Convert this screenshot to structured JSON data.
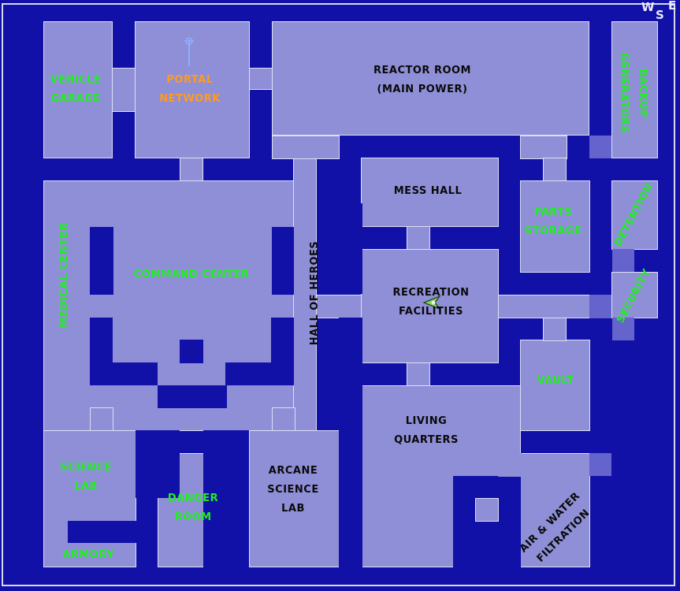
{
  "map": {
    "rooms": [
      {
        "id": "vehicle-garage",
        "label": "VEHICLE\nGARAGE",
        "color": "green"
      },
      {
        "id": "portal-network",
        "label": "PORTAL\nNETWORK",
        "color": "orange"
      },
      {
        "id": "reactor-room",
        "label": "REACTOR ROOM\n(MAIN POWER)",
        "color": "black"
      },
      {
        "id": "backup-generators",
        "label": "BACKUP\nGENERATORS",
        "color": "green"
      },
      {
        "id": "medical-center",
        "label": "MEDICAL CENTER",
        "color": "green"
      },
      {
        "id": "command-center",
        "label": "COMMAND CENTER",
        "color": "green"
      },
      {
        "id": "hall-of-heroes",
        "label": "HALL OF HEROES",
        "color": "black"
      },
      {
        "id": "mess-hall",
        "label": "MESS HALL",
        "color": "black"
      },
      {
        "id": "parts-storage",
        "label": "PARTS\nSTORAGE",
        "color": "green"
      },
      {
        "id": "detention",
        "label": "DETENTION",
        "color": "green"
      },
      {
        "id": "security",
        "label": "SECURITY",
        "color": "green"
      },
      {
        "id": "recreation-facilities",
        "label": "RECREATION\nFACILITIES",
        "color": "black"
      },
      {
        "id": "vault",
        "label": "VAULT",
        "color": "green"
      },
      {
        "id": "living-quarters",
        "label": "LIVING\nQUARTERS",
        "color": "black"
      },
      {
        "id": "science-lab",
        "label": "SCIENCE\nLAB",
        "color": "green"
      },
      {
        "id": "danger-room",
        "label": "DANGER\nROOM",
        "color": "green"
      },
      {
        "id": "arcane-science-lab",
        "label": "ARCANE\nSCIENCE\nLAB",
        "color": "black"
      },
      {
        "id": "armory",
        "label": "ARMORY",
        "color": "green"
      },
      {
        "id": "air-water-filtration",
        "label": "AIR & WATER\nFILTRATION",
        "color": "black"
      }
    ],
    "compass": {
      "w": "W",
      "s": "S",
      "e": "E"
    },
    "colors": {
      "background": "#1111a8",
      "room_fill": "#8f8fd8",
      "room_outline": "#dedef6",
      "door_fill": "#6464cc",
      "label_green": "#22ee22",
      "label_orange": "#ff9a1e",
      "label_black": "#0a0a0a"
    },
    "icons": [
      "portal-beacon-icon",
      "player-marker-icon",
      "compass-icon"
    ]
  }
}
